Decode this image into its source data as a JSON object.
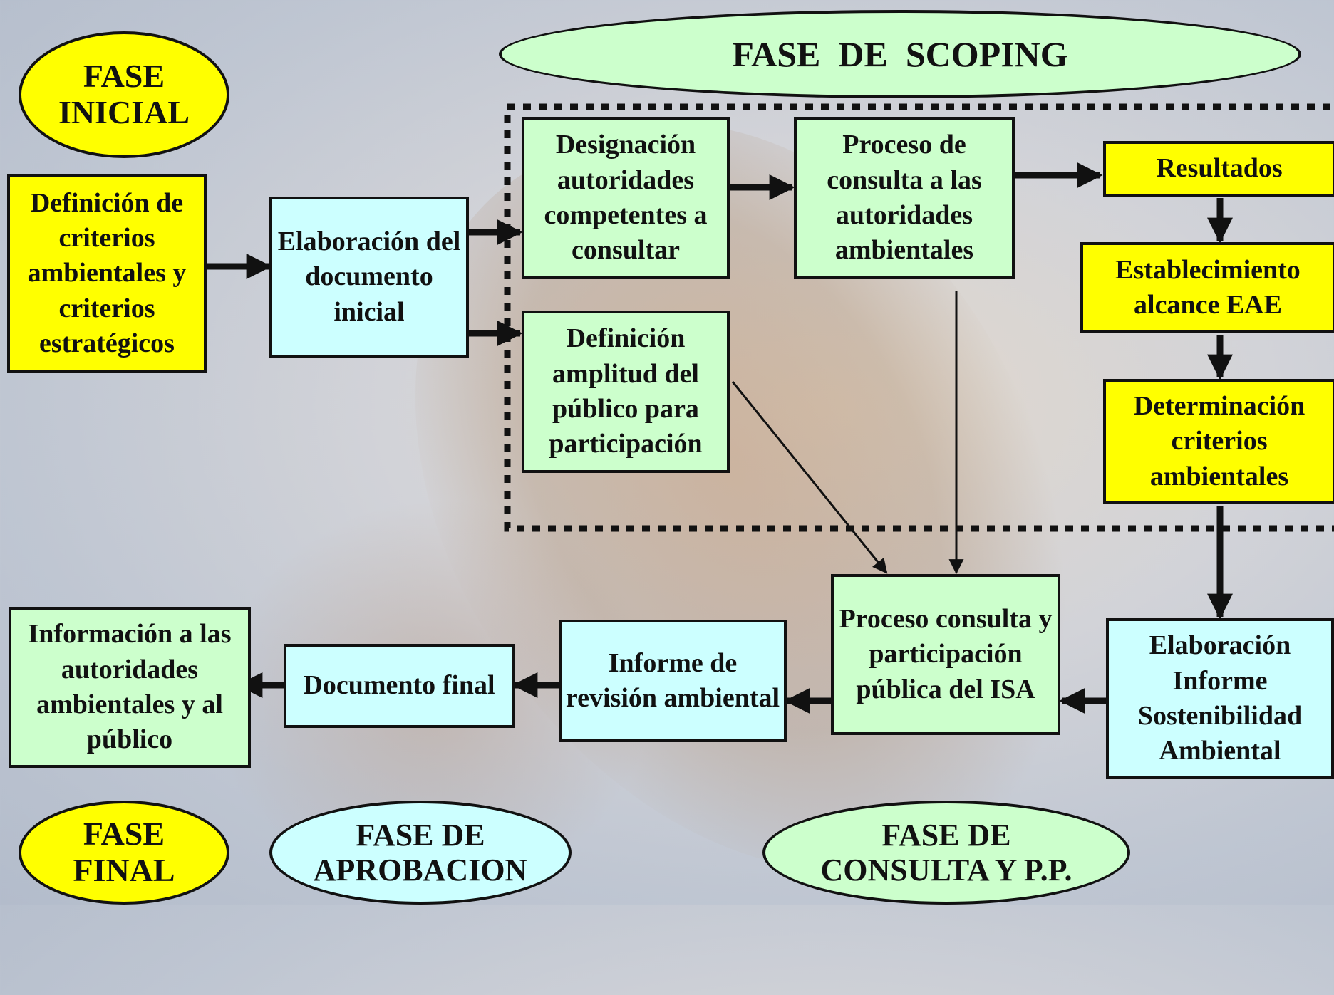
{
  "phases": {
    "inicial": "FASE INICIAL",
    "scoping": "FASE  DE  SCOPING",
    "final": "FASE FINAL",
    "aprobacion": "FASE DE APROBACION",
    "consulta": "FASE DE CONSULTA Y P.P."
  },
  "boxes": {
    "definicion_criterios": "Definición de criterios ambientales y criterios estratégicos",
    "elaboracion_documento": "Elaboración del documento inicial",
    "designacion_autoridades": "Designación autoridades competentes a consultar",
    "definicion_amplitud": "Definición amplitud del público para participación",
    "proceso_consulta_autoridades": "Proceso de consulta a las autoridades ambientales",
    "resultados": "Resultados",
    "establecimiento_alcance": "Establecimiento alcance EAE",
    "determinacion_criterios": "Determinación criterios ambientales",
    "elaboracion_isa": "Elaboración Informe Sostenibilidad Ambiental",
    "proceso_participacion_isa": "Proceso consulta y participación pública del ISA",
    "informe_revision": "Informe de revisión ambiental",
    "documento_final": "Documento final",
    "informacion_autoridades": "Información a las autoridades ambientales y al público"
  },
  "colors": {
    "yellow": "#ffff00",
    "green": "#ccffcc",
    "cyan": "#ccffff",
    "border": "#111111"
  }
}
